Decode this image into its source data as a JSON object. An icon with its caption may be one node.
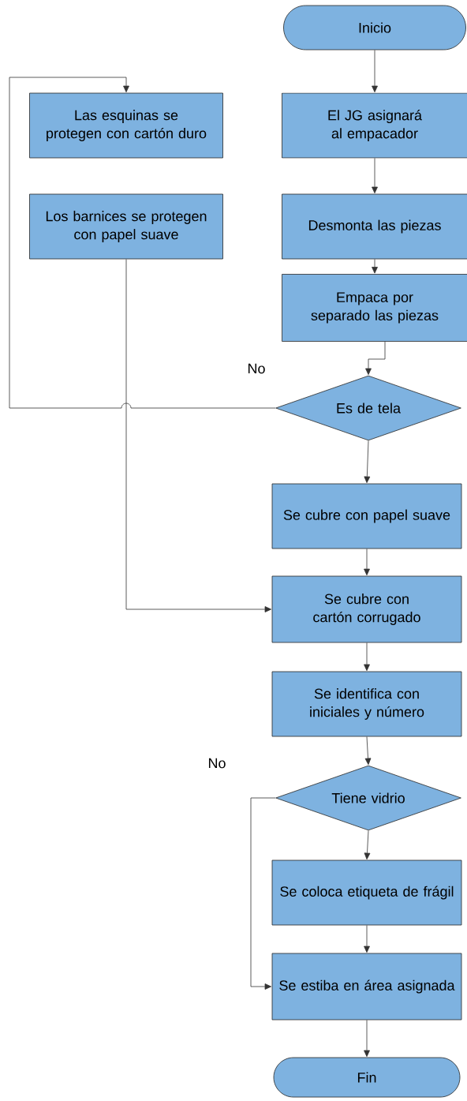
{
  "diagram": {
    "nodes": [
      {
        "text": [
          "Inicio"
        ]
      },
      {
        "text": [
          "El JG asignará al empacador"
        ]
      },
      {
        "text": [
          "Desmonta las piezas"
        ]
      },
      {
        "text": [
          "Empaca por separado las piezas"
        ]
      },
      {
        "text": [
          "Es de tela"
        ]
      },
      {
        "text": [
          "Las esquinas se protegen con cartón duro"
        ]
      },
      {
        "text": [
          "Los barnices se protegen con papel suave"
        ]
      },
      {
        "text": [
          "Se cubre con papel suave"
        ]
      },
      {
        "text": [
          "Se cubre con cartón corrugado"
        ]
      },
      {
        "text": [
          "Se identifica con iniciales y número"
        ]
      },
      {
        "text": [
          "Tiene vidrio"
        ]
      },
      {
        "text": [
          "Se coloca etiqueta de frágil"
        ]
      },
      {
        "text": [
          "Se estiba en área asignada"
        ]
      },
      {
        "text": [
          "Fin"
        ]
      }
    ],
    "edges": [
      {
        "from": 0,
        "to": 1,
        "arrow": "to"
      },
      {
        "from": 1,
        "to": 2,
        "arrow": "to"
      },
      {
        "from": 2,
        "to": 3,
        "arrow": "to"
      },
      {
        "from": 3,
        "to": 4,
        "arrow": "to"
      },
      {
        "from": 4,
        "to": 5,
        "arrow": "to",
        "label": "No"
      },
      {
        "from": 4,
        "to": 7,
        "arrow": "to"
      },
      {
        "from": 6,
        "to": 8,
        "arrow": "to"
      },
      {
        "from": 7,
        "to": 8,
        "arrow": "to"
      },
      {
        "from": 8,
        "to": 9,
        "arrow": "to"
      },
      {
        "from": 9,
        "to": 10,
        "arrow": "to"
      },
      {
        "from": 10,
        "to": 11,
        "arrow": "to"
      },
      {
        "from": 10,
        "to": 12,
        "arrow": "to",
        "label": "No"
      },
      {
        "from": 11,
        "to": 12,
        "arrow": "to"
      },
      {
        "from": 12,
        "to": 13,
        "arrow": "to"
      }
    ]
  }
}
